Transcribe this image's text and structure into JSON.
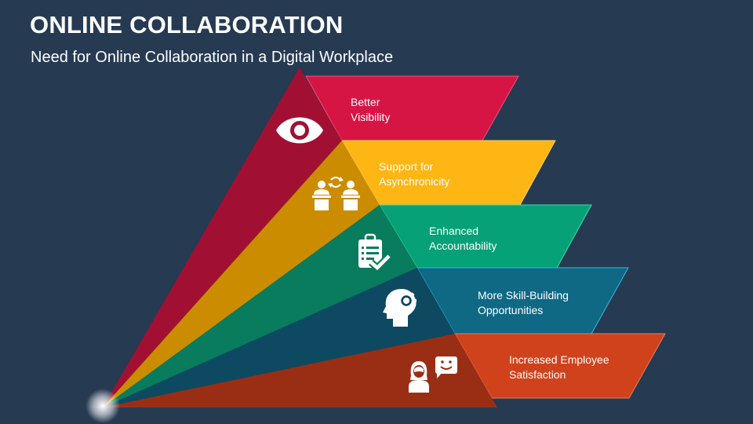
{
  "header": {
    "title": "ONLINE COLLABORATION",
    "subtitle": "Need for Online Collaboration in a Digital Workplace"
  },
  "colors": {
    "background": "#263a52",
    "band_red": "#d71544",
    "slice_red": "#a11033",
    "band_yellow": "#fdb614",
    "slice_yellow": "#cc8c00",
    "band_green": "#06a177",
    "slice_green": "#087c5c",
    "band_blue": "#0f6884",
    "slice_blue": "#0d4a61",
    "band_orange": "#d0421c",
    "slice_orange": "#9a2e15"
  },
  "items": [
    {
      "line1": "Better",
      "line2": "Visibility",
      "icon": "eye-icon"
    },
    {
      "line1": "Support for",
      "line2": "Asynchronicity",
      "icon": "people-exchange-icon"
    },
    {
      "line1": "Enhanced",
      "line2": "Accountability",
      "icon": "clipboard-check-icon"
    },
    {
      "line1": "More Skill-Building",
      "line2": "Opportunities",
      "icon": "head-gear-icon"
    },
    {
      "line1": "Increased Employee",
      "line2": "Satisfaction",
      "icon": "employee-feedback-icon"
    }
  ]
}
